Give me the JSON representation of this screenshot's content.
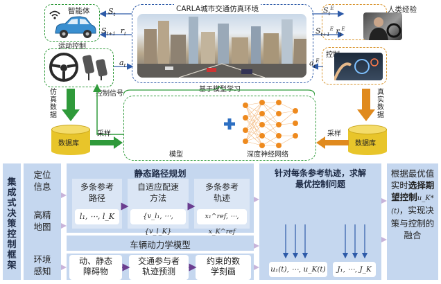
{
  "top": {
    "agent_label": "智能体",
    "motion_control": "运动控制",
    "control_signal": "控制信号",
    "carla_title": "CARLA城市交通仿真环境",
    "human_experience": "人类经验",
    "control": "控制",
    "model_based_learning": "基于模型学习",
    "sim_data": "仿真数据",
    "real_data": "真实数据",
    "sampling_left": "采样",
    "sampling_right": "采样",
    "database_left": "数据库",
    "database_right": "数据库",
    "model": "模型",
    "deep_network": "深度神经网络",
    "math": {
      "s_t": "S",
      "s_t_sub": "t",
      "s_t1": "S",
      "s_t1_sub": "t+1",
      "r_t": "r",
      "r_t_sub": "t",
      "a_t": "a",
      "a_t_sub": "t",
      "sE_t": "S",
      "sE_t_sup": "E",
      "sE_t_sub": "t",
      "sE_t1": "S",
      "sE_t1_sup": "E",
      "sE_t1_sub": "t+1",
      "rE_t": "r",
      "rE_t_sup": "E",
      "rE_t_sub": "t",
      "aE_t": "a",
      "aE_t_sup": "E",
      "aE_t_sub": "t"
    }
  },
  "bottom": {
    "framework_label": "集成式决策控制框架",
    "positioning_info": "定位\n信息",
    "hd_map": "高精\n地图",
    "env_perception": "环境\n感知",
    "static_path_planning": "静态路径规划",
    "multi_ref_path": "多条参考\n路径",
    "multi_ref_path_math": "l₁, ⋯, l_K",
    "adaptive_speed": "自适应配速\n方法",
    "adaptive_speed_math": "{v_l₁, ⋯, {v_l_K}",
    "multi_ref_traj": "多条参考\n轨迹",
    "multi_ref_traj_math": "x₁^ref, ⋯, x_K^ref",
    "vehicle_dynamics": "车辆动力学模型",
    "obstacles": "动、静态\n障碍物",
    "traffic_predict": "交通参与者\n轨迹预测",
    "constraint_math": "约束的数\n学刻画",
    "solve_title": "针对每条参考轨迹，求解\n最优控制问题",
    "u_seq": "u₁(t), ⋯, u_K(t)",
    "j_seq": "J₁, ⋯, J_K",
    "right_text_1": "根据最优值实时",
    "right_text_bold": "选择期望控制",
    "right_text_math": "u_K*(t)",
    "right_text_2": "，实现决策与控制的融合"
  },
  "colors": {
    "green": "#2f9a3a",
    "orange": "#e08a1e",
    "blue": "#2d5aa8",
    "panel": "#c5d7ef",
    "purple": "#6a3d8f",
    "db_yellow": "#e8c52a"
  }
}
